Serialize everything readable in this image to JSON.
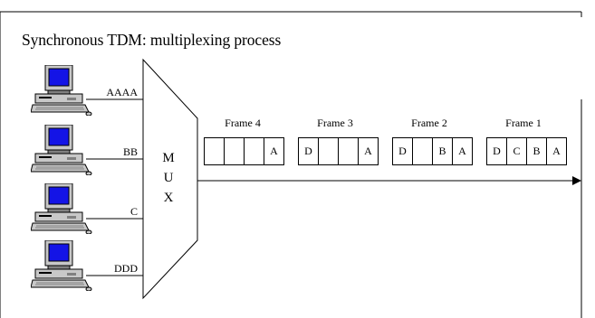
{
  "title": "Synchronous TDM: multiplexing process",
  "mux": {
    "letters": [
      "M",
      "U",
      "X"
    ]
  },
  "input_lines": [
    {
      "label": "AAAA"
    },
    {
      "label": "BB"
    },
    {
      "label": "C"
    },
    {
      "label": "DDD"
    }
  ],
  "frames": [
    {
      "label": "Frame 4",
      "slots": [
        "",
        "",
        "",
        "A"
      ]
    },
    {
      "label": "Frame 3",
      "slots": [
        "D",
        "",
        "",
        "A"
      ]
    },
    {
      "label": "Frame 2",
      "slots": [
        "D",
        "",
        "B",
        "A"
      ]
    },
    {
      "label": "Frame 1",
      "slots": [
        "D",
        "C",
        "B",
        "A"
      ]
    }
  ],
  "colors": {
    "screen": "#1414e6",
    "case": "#c8c8c8",
    "case_dark": "#808080",
    "line": "#000000"
  }
}
